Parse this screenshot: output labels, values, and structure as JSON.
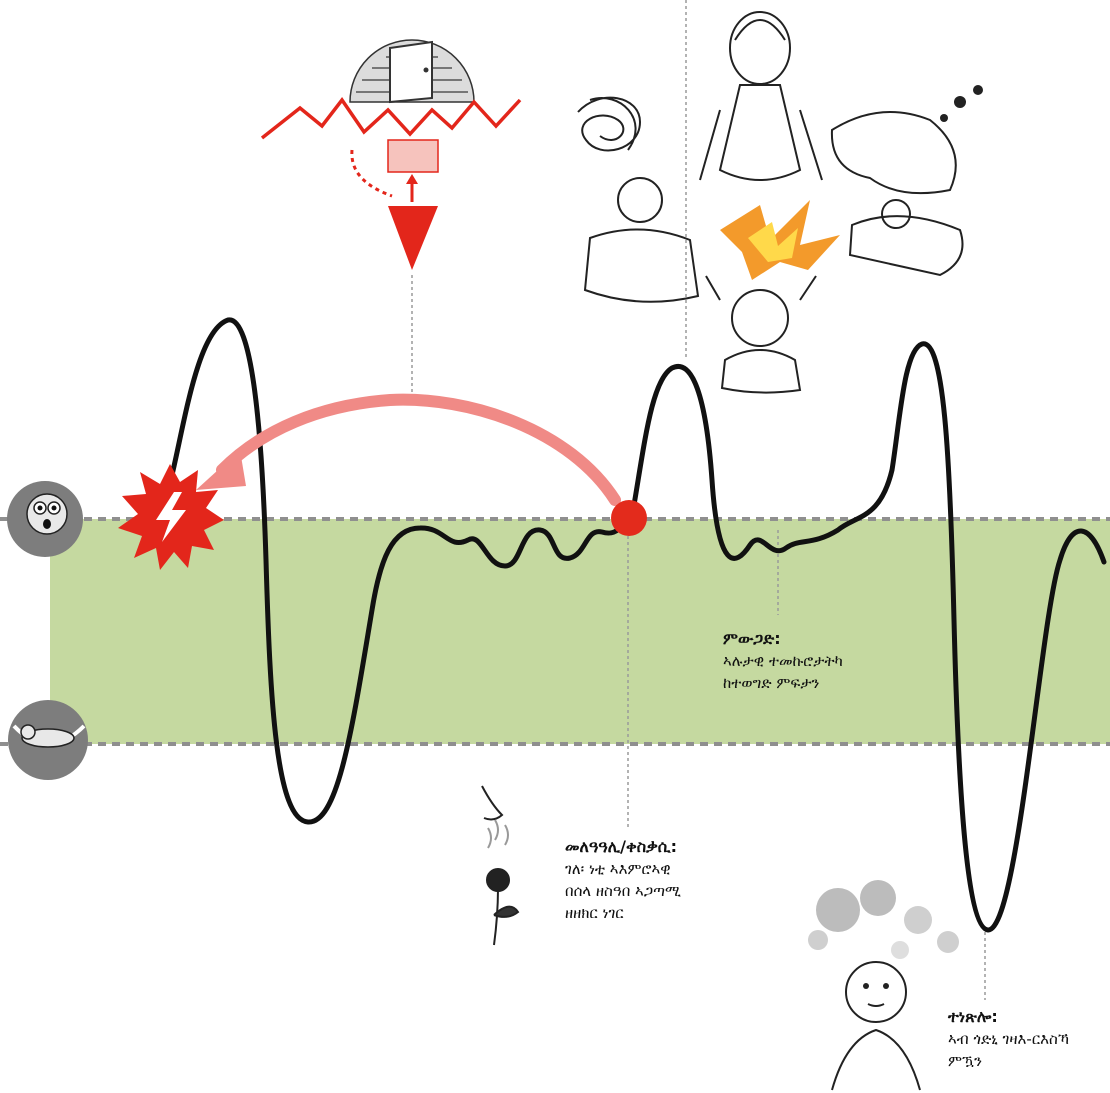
{
  "colors": {
    "tolerance_band": "#c5d9a0",
    "band_border": "#8f8f8f",
    "curve": "#111111",
    "trigger_point": "#e32b1c",
    "alarm": "#e3261b",
    "arrow": "#f08a86",
    "guide_line": "#9a9a9a"
  },
  "icons": {
    "hyperarousal_face": "scared-face-icon",
    "hypoarousal_figure": "hammock-person-icon",
    "alarm_burst": "lightning-burst-icon",
    "vault": "vault-door-icon",
    "nose_rose": "nose-smelling-rose-icon",
    "distress_scenes": "distressed-people-illustration",
    "numb_person": "dazed-person-icon"
  },
  "labels": {
    "trigger": {
      "title": "መለዓዓሊ/ቀስቃሲ:",
      "lines": [
        "ገለ፡ ነቲ ኣእምሮኣዊ",
        "በሰላ ዘስዓበ ኣጋጣሚ",
        "ዘዘክር ነገር"
      ]
    },
    "avoidance": {
      "title": "ምውጋድ:",
      "lines": [
        "ኣሉታዊ ተመኩሮታትካ",
        "ከተወግድ ምፍታን"
      ]
    },
    "numbness": {
      "title": "ተነጽሎ:",
      "lines": [
        "ኣብ ጎድኒ ገዛእ-ርእስኻ",
        "ምዃን"
      ]
    }
  }
}
